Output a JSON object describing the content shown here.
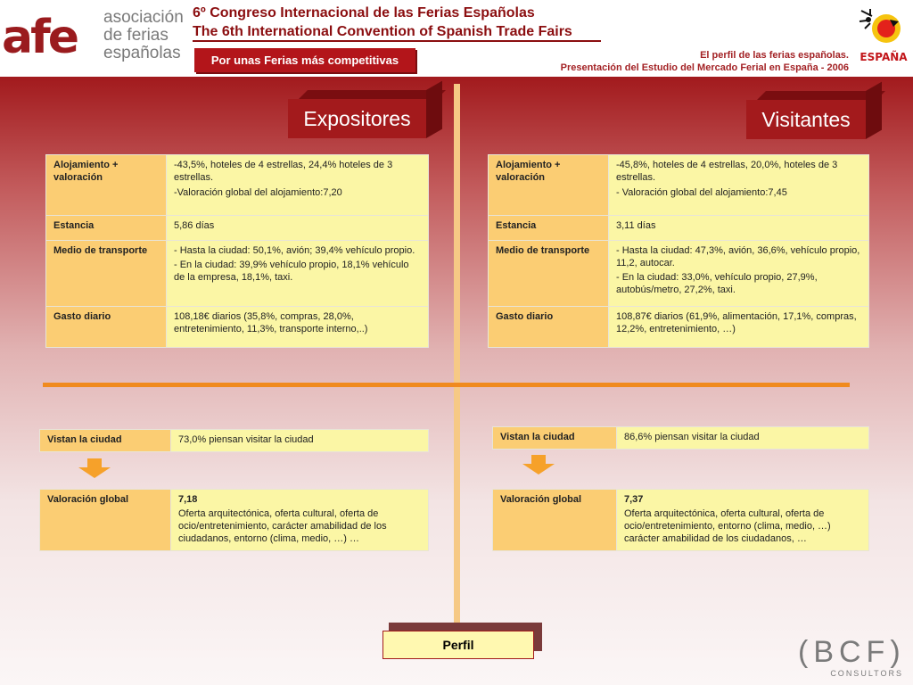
{
  "header": {
    "logo_mark": "afe",
    "logo_lines": [
      "asociación",
      "de ferias",
      "españolas"
    ],
    "title_es": "6º Congreso Internacional de las Ferias Españolas",
    "title_en": "The 6th International Convention of Spanish Trade Fairs",
    "slogan": "Por unas Ferias más competitivas",
    "subtitle_1": "El perfil de las ferias españolas.",
    "subtitle_2": "Presentación del Estudio del Mercado Ferial en España - 2006",
    "spain_logo_text": "ESPAÑA"
  },
  "expositores": {
    "title": "Expositores",
    "rows": [
      {
        "label": "Alojamiento + valoración",
        "lines": [
          "-43,5%, hoteles de 4 estrellas, 24,4% hoteles de 3 estrellas.",
          "-Valoración global del alojamiento:7,20"
        ]
      },
      {
        "label": "Estancia",
        "lines": [
          "5,86 días"
        ]
      },
      {
        "label": "Medio de transporte",
        "lines": [
          "- Hasta la ciudad: 50,1%, avión; 39,4% vehículo propio.",
          "- En la ciudad: 39,9% vehículo propio, 18,1% vehículo de la empresa, 18,1%, taxi."
        ]
      },
      {
        "label": "Gasto diario",
        "lines": [
          "108,18€ diarios (35,8%, compras, 28,0%, entretenimiento, 11,3%, transporte interno,..)"
        ]
      }
    ],
    "visit_label": "Vistan la ciudad",
    "visit_value": "73,0% piensan visitar la ciudad",
    "rating_label": "Valoración global",
    "rating_score": "7,18",
    "rating_text": "Oferta arquitectónica, oferta cultural, oferta de ocio/entretenimiento, carácter amabilidad de los ciudadanos, entorno (clima, medio, …) …"
  },
  "visitantes": {
    "title": "Visitantes",
    "rows": [
      {
        "label": "Alojamiento + valoración",
        "lines": [
          "-45,8%, hoteles de 4 estrellas, 20,0%, hoteles de 3 estrellas.",
          "- Valoración global del alojamiento:7,45"
        ]
      },
      {
        "label": "Estancia",
        "lines": [
          "3,11 días"
        ]
      },
      {
        "label": "Medio de transporte",
        "lines": [
          "- Hasta la ciudad: 47,3%, avión, 36,6%, vehículo propio, 11,2, autocar.",
          "- En la ciudad: 33,0%, vehículo propio, 27,9%, autobús/metro, 27,2%, taxi."
        ]
      },
      {
        "label": "Gasto diario",
        "lines": [
          "108,87€ diarios (61,9%, alimentación, 17,1%, compras, 12,2%, entretenimiento, …)"
        ]
      }
    ],
    "visit_label": "Vistan la ciudad",
    "visit_value": "86,6% piensan visitar la ciudad",
    "rating_label": "Valoración global",
    "rating_score": "7,37",
    "rating_text": "Oferta arquitectónica, oferta cultural, oferta de ocio/entretenimiento, entorno (clima, medio, …) carácter amabilidad de los ciudadanos, …"
  },
  "footer": {
    "perfil_label": "Perfil",
    "bcf_logo": "BCF",
    "bcf_sub": "CONSULTORS"
  },
  "colors": {
    "brand_red": "#a31a1c",
    "table_key_bg": "#fbcd73",
    "table_value_bg": "#fbf6a5",
    "accent_orange": "#f08a1e"
  }
}
